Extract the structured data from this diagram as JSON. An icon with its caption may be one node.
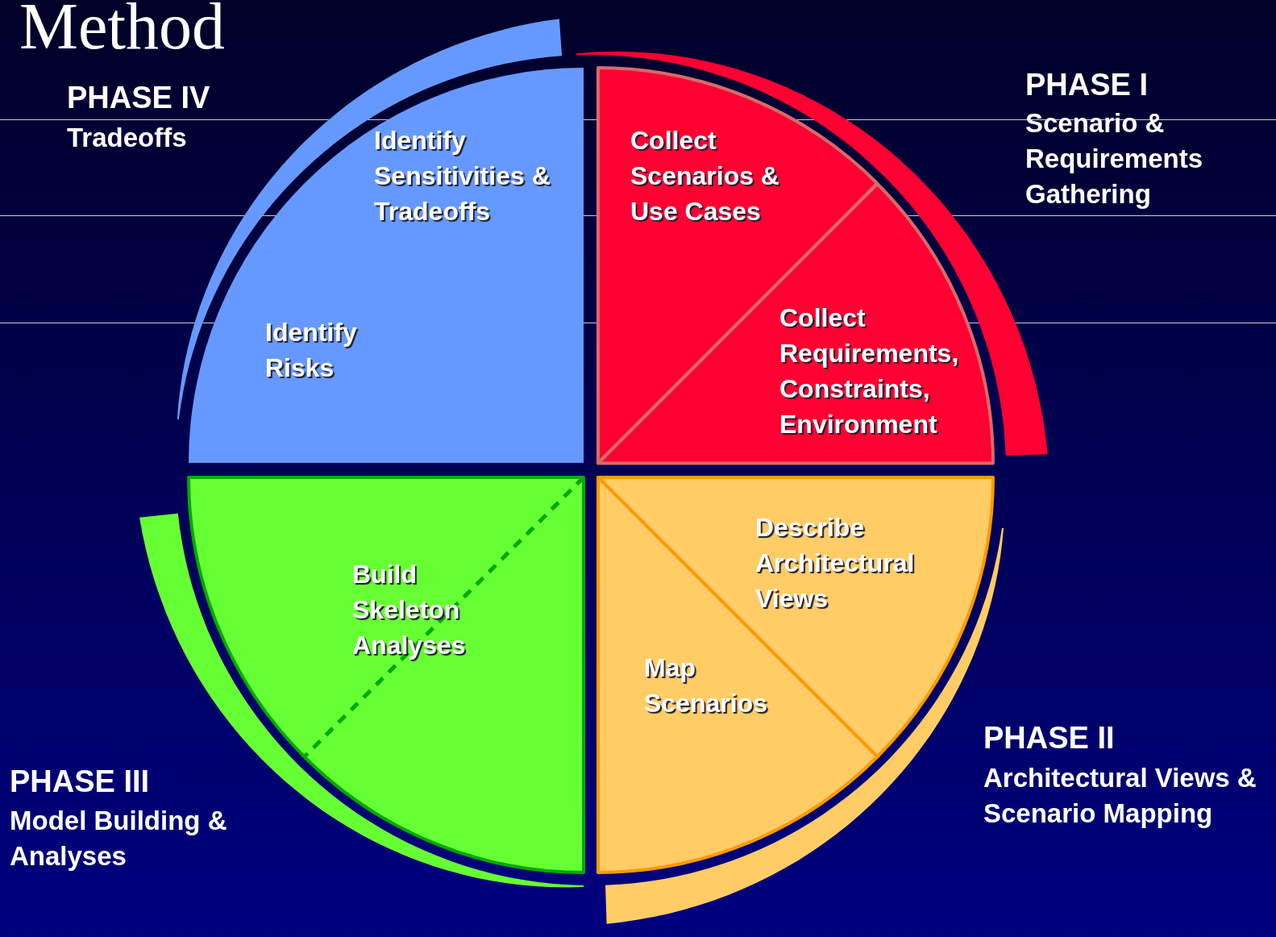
{
  "diagram": {
    "title": "Method",
    "nodes": [
      {
        "text": [
          "Collect Scenarios & Use Cases"
        ]
      },
      {
        "text": [
          "Collect Requirements, Constraints, Environment"
        ]
      },
      {
        "text": [
          "Describe Architectural Views"
        ]
      },
      {
        "text": [
          "Map Scenarios"
        ]
      },
      {
        "text": [
          "Build Skeleton Analyses"
        ]
      },
      {
        "text": [
          "Identify Sensitivities & Tradeoffs",
          "Identify Risks"
        ]
      }
    ],
    "labels": [
      "PHASE IV",
      "Tradeoffs",
      "PHASE I",
      "Scenario & Requirements Gathering",
      "PHASE III",
      "Model Building & Analyses",
      "PHASE II",
      "Architectural Views & Scenario Mapping"
    ]
  }
}
